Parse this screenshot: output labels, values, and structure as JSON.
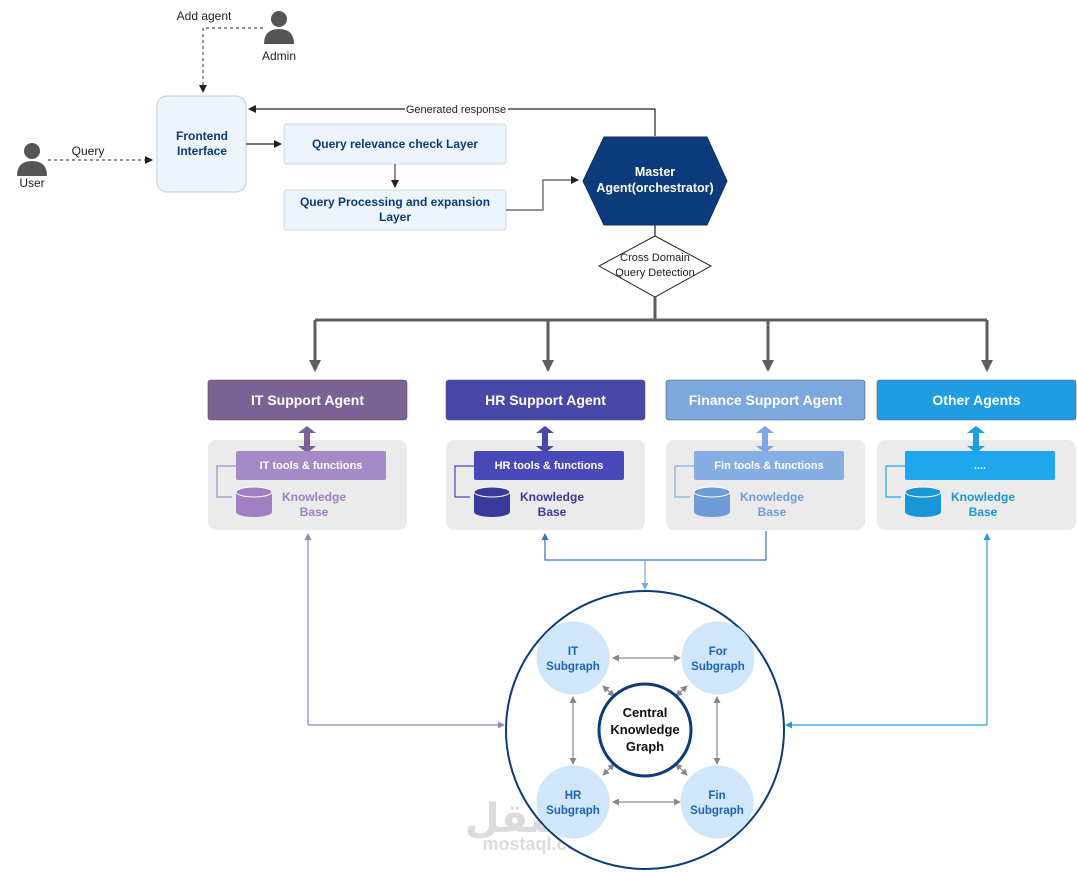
{
  "actors": {
    "admin": "Admin",
    "user": "User"
  },
  "edges": {
    "add_agent": "Add agent",
    "query": "Query",
    "generated_response": "Generated response"
  },
  "frontend": {
    "line1": "Frontend",
    "line2": "Interface"
  },
  "relevance_layer": "Query relevance check Layer",
  "processing_layer": {
    "line1": "Query Processing and expansion",
    "line2": "Layer"
  },
  "master": {
    "line1": "Master",
    "line2": "Agent(orchestrator)"
  },
  "detection": {
    "line1": "Cross Domain",
    "line2": "Query Detection"
  },
  "agents": [
    {
      "title": "IT Support Agent",
      "tools": "IT tools & functions",
      "kb1": "Knowledge",
      "kb2": "Base",
      "color": "#7b6294",
      "tools_color": "#a58bc6",
      "kb_color": "#9f7fc2"
    },
    {
      "title": "HR Support Agent",
      "tools": "HR tools & functions",
      "kb1": "Knowledge",
      "kb2": "Base",
      "color": "#4848a8",
      "tools_color": "#4848b8",
      "kb_color": "#3a3a9a"
    },
    {
      "title": "Finance Support Agent",
      "tools": "Fin tools & functions",
      "kb1": "Knowledge",
      "kb2": "Base",
      "color": "#7ea7dd",
      "tools_color": "#86aee3",
      "kb_color": "#6f9bd6"
    },
    {
      "title": "Other Agents",
      "tools": "....",
      "kb1": "Knowledge",
      "kb2": "Base",
      "color": "#1f9de0",
      "tools_color": "#1fa6ec",
      "kb_color": "#1a95d8"
    }
  ],
  "graph": {
    "central": {
      "line1": "Central",
      "line2": "Knowledge",
      "line3": "Graph"
    },
    "it": {
      "line1": "IT",
      "line2": "Subgraph"
    },
    "for": {
      "line1": "For",
      "line2": "Subgraph"
    },
    "hr": {
      "line1": "HR",
      "line2": "Subgraph"
    },
    "fin": {
      "line1": "Fin",
      "line2": "Subgraph"
    }
  },
  "watermark": {
    "arabic": "مستقل",
    "latin": "mostaql.com"
  },
  "colors": {
    "navy": "#0b3b7a",
    "gray_arrow": "#666666",
    "panel": "#ebebeb",
    "subgraph": "#cfe6fb"
  }
}
